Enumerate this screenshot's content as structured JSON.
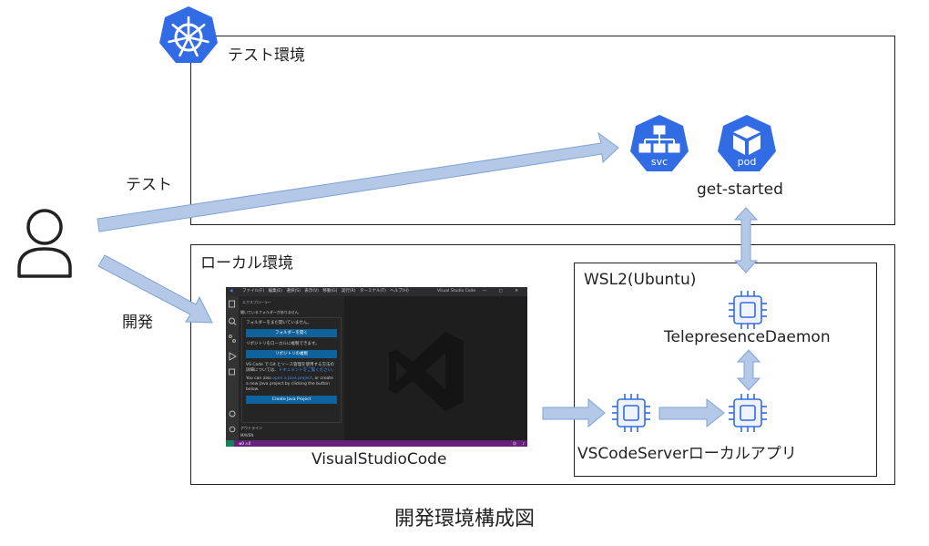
{
  "diagram": {
    "title": "開発環境構成図",
    "test_env_label": "テスト環境",
    "local_env_label": "ローカル環境",
    "wsl_label": "WSL2(Ubuntu)",
    "svc_label": "svc",
    "pod_label": "pod",
    "get_started_label": "get-started",
    "telepresence_label": "TelepresenceDaemon",
    "vscode_server_label": "VSCodeServerローカルアプリ",
    "visual_studio_label": "VisualStudioCode",
    "edge_test_label": "テスト",
    "edge_dev_label": "開発"
  },
  "vscode": {
    "menu": "ファイル(F)　編集(E)　選択(S)　表示(V)　移動(G)　実行(R)　ターミナル(T)　ヘルプ(H)",
    "window_title": "Visual Studio Code",
    "window_controls": "— ▢ ✕",
    "explorer_header": "エクスプローラー",
    "no_folder_section": "開いているフォルダーがありません",
    "welcome_text1": "フォルダーをまだ開いていません。",
    "open_folder_button": "フォルダーを開く",
    "welcome_text2": "リポジトリをローカルに複製できます。",
    "clone_button": "リポジトリの複製",
    "welcome_text3": "VS Code で Git とソース管理を使用する方法の詳細については、",
    "welcome_link1": "ドキュメントをご覧ください。",
    "welcome_text4": "You can also ",
    "welcome_link2": "open a Java project",
    "welcome_text5": ", or create a new Java project by clicking the button below.",
    "create_java_button": "Create Java Project",
    "outline_section": "アウトライン",
    "maven_section": "MAVEN",
    "status_text": "⊗0 ⚠0"
  },
  "colors": {
    "k8s_blue": "#326CE5",
    "arrow_fill": "#b4c9e8",
    "arrow_stroke": "#7fa3d3",
    "vscode_status": "#68217a"
  },
  "icons": [
    "kubernetes-helm-icon",
    "svc-icon",
    "pod-icon",
    "user-icon",
    "chip-icon"
  ]
}
